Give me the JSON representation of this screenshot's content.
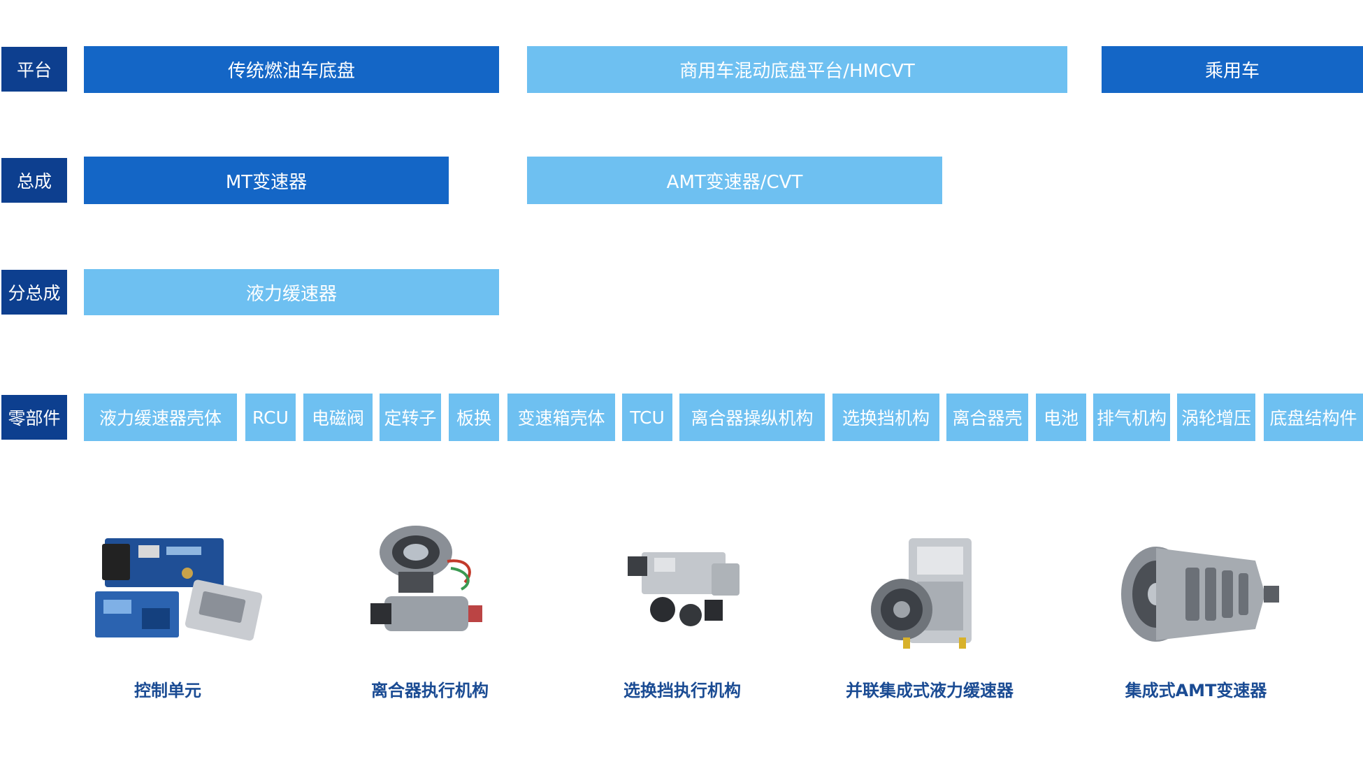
{
  "rows": {
    "platform": {
      "label": "平台",
      "items": [
        "传统燃油车底盘",
        "商用车混动底盘平台/HMCVT",
        "乘用车"
      ]
    },
    "assembly": {
      "label": "总成",
      "items": [
        "MT变速器",
        "AMT变速器/CVT"
      ]
    },
    "subassembly": {
      "label": "分总成",
      "items": [
        "液力缓速器"
      ]
    },
    "components": {
      "label": "零部件",
      "items": [
        "液力缓速器壳体",
        "RCU",
        "电磁阀",
        "定转子",
        "板换",
        "变速箱壳体",
        "TCU",
        "离合器操纵机构",
        "选换挡机构",
        "离合器壳",
        "电池",
        "排气机构",
        "涡轮增压",
        "底盘结构件"
      ]
    }
  },
  "products": [
    {
      "caption": "控制单元",
      "icon": "control-unit-image"
    },
    {
      "caption": "离合器执行机构",
      "icon": "clutch-actuator-image"
    },
    {
      "caption": "选换挡执行机构",
      "icon": "gear-shift-actuator-image"
    },
    {
      "caption": "并联集成式液力缓速器",
      "icon": "hydraulic-retarder-image"
    },
    {
      "caption": "集成式AMT变速器",
      "icon": "amt-transmission-image"
    }
  ],
  "colors": {
    "label_bg": "#0d3f8f",
    "dark_bar": "#1466c6",
    "light_bar": "#6ec0f1",
    "caption": "#1a4b93"
  }
}
